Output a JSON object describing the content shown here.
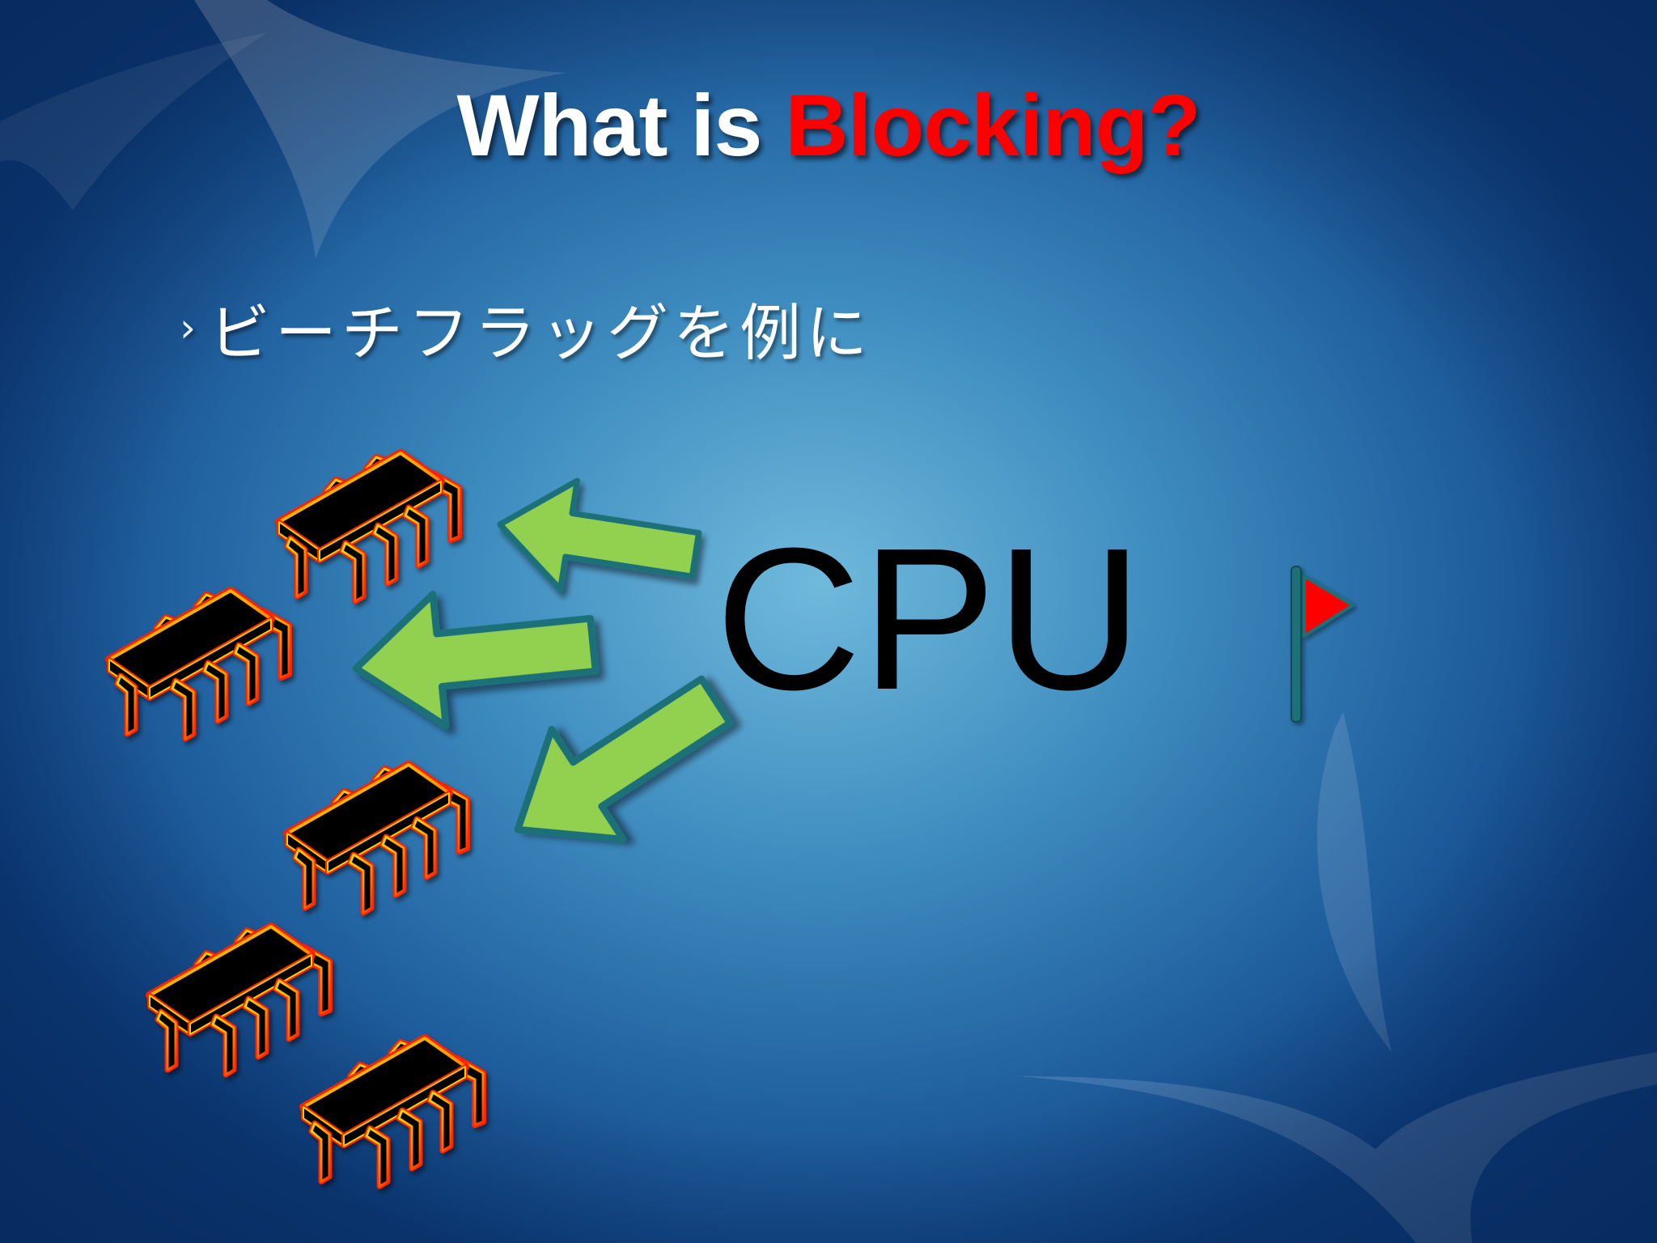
{
  "slide": {
    "title_part1": "What is ",
    "title_part2": "Blocking?",
    "bullet_marker": "›",
    "bullet_text": "ビーチフラッグを例に",
    "cpu_label": "CPU"
  },
  "colors": {
    "title_white": "#ffffff",
    "title_red": "#ff0000",
    "arrow_fill": "#92d050",
    "arrow_outline": "#1f6f78",
    "chip_body": "#000000",
    "chip_glow_outer": "#ff0000",
    "chip_glow_inner": "#ffcc00",
    "flag": "#ff0000",
    "pole": "#1f6f78"
  },
  "icons": {
    "arrows": [
      "arrow-icon",
      "arrow-icon",
      "arrow-icon"
    ],
    "chips": [
      "microchip-icon",
      "microchip-icon",
      "microchip-icon",
      "microchip-icon",
      "microchip-icon"
    ],
    "flag": "flag-icon"
  }
}
